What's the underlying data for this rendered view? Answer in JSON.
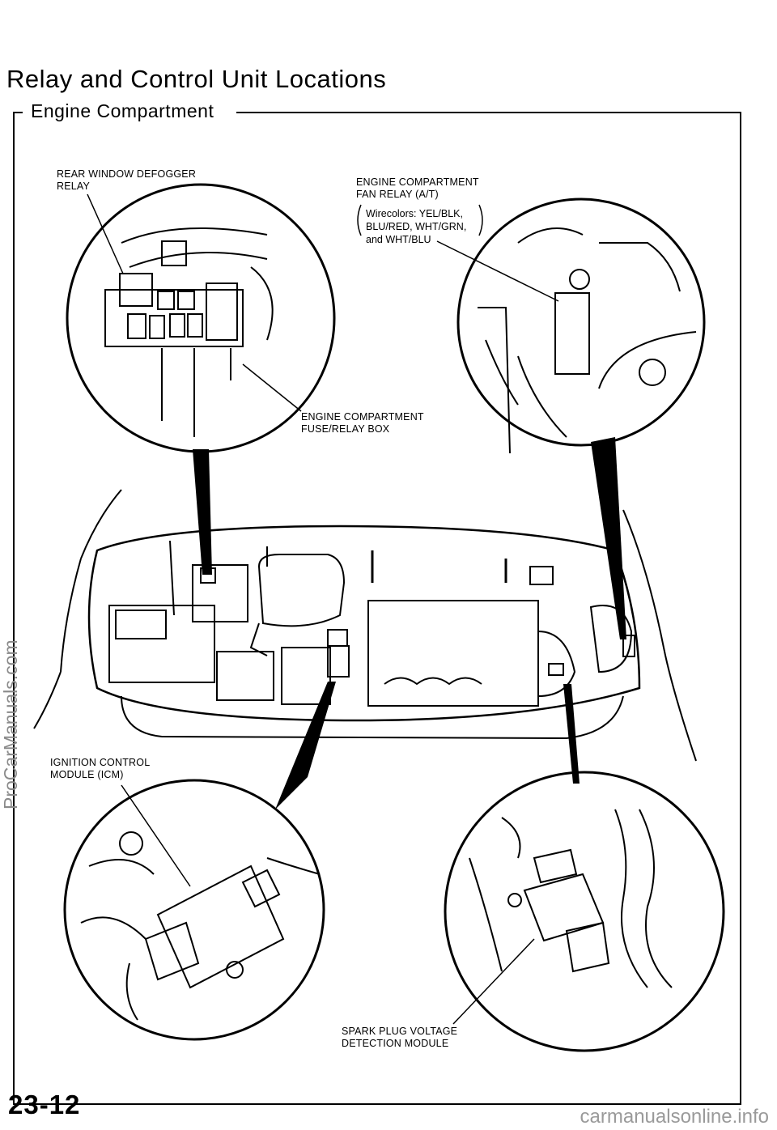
{
  "page": {
    "title": "Relay and Control Unit Locations",
    "section": "Engine Compartment",
    "page_number": "23-12",
    "watermark": "ProCarManuals.com",
    "footer_url": "carmanualsonline.info"
  },
  "callouts": {
    "rear_window_defogger_relay": "REAR WINDOW DEFOGGER\nRELAY",
    "fan_relay": "ENGINE COMPARTMENT\nFAN RELAY (A/T)",
    "fan_relay_wirecolors": "Wirecolors: YEL/BLK,\nBLU/RED, WHT/GRN,\nand WHT/BLU",
    "fuse_relay_box": "ENGINE COMPARTMENT\nFUSE/RELAY BOX",
    "ignition_control_module": "IGNITION CONTROL\nMODULE (ICM)",
    "spark_plug_module": "SPARK PLUG VOLTAGE\nDETECTION MODULE"
  }
}
